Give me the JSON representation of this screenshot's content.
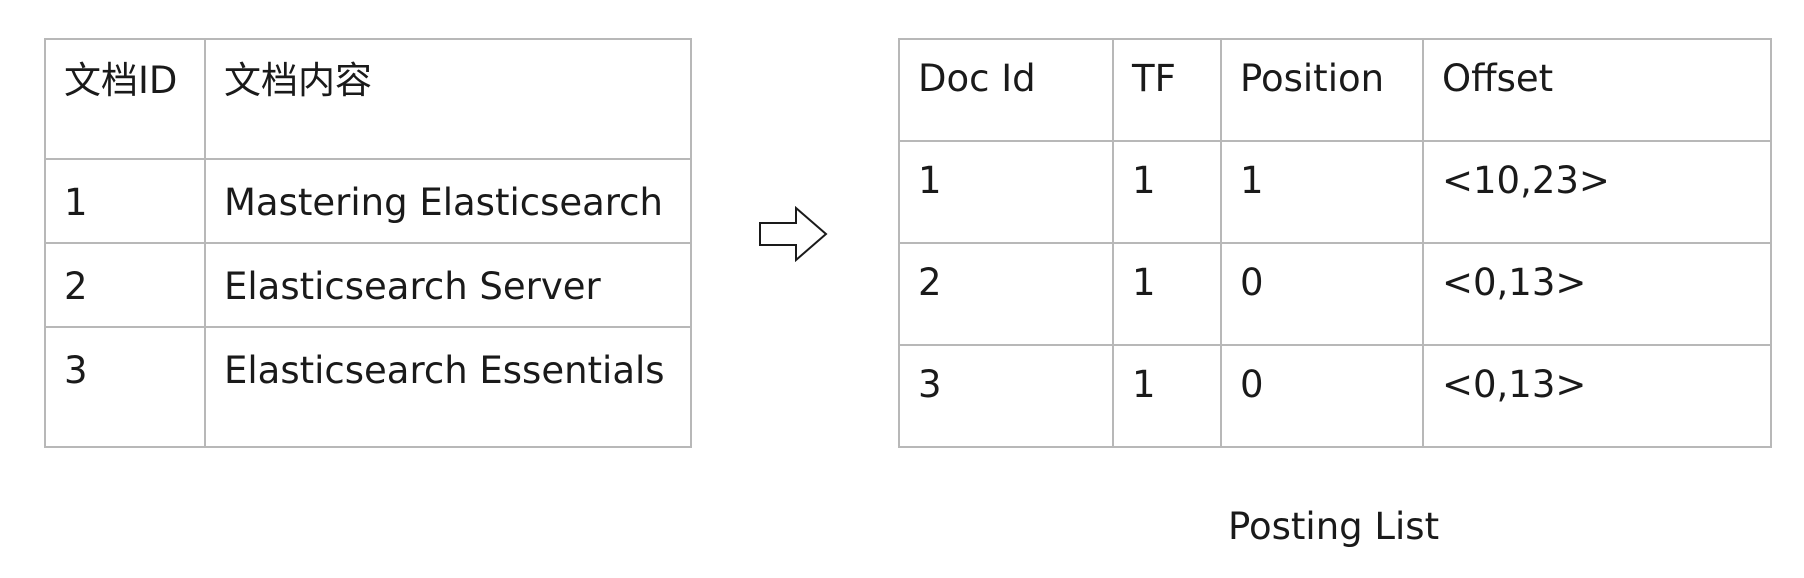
{
  "doc_table": {
    "headers": [
      "文档ID",
      "文档内容"
    ],
    "rows": [
      [
        "1",
        "Mastering Elasticsearch"
      ],
      [
        "2",
        "Elasticsearch Server"
      ],
      [
        "3",
        "Elasticsearch Essentials"
      ]
    ]
  },
  "posting_table": {
    "headers": [
      "Doc Id",
      "TF",
      "Position",
      "Offset"
    ],
    "rows": [
      [
        "1",
        "1",
        "1",
        "<10,23>"
      ],
      [
        "2",
        "1",
        "0",
        "<0,13>"
      ],
      [
        "3",
        "1",
        "0",
        "<0,13>"
      ]
    ],
    "caption": "Posting List"
  },
  "icons": {
    "transform_arrow": "right-arrow-icon"
  },
  "colors": {
    "border": "#b8b8b8",
    "text": "#1a1a1a",
    "background": "#ffffff"
  }
}
